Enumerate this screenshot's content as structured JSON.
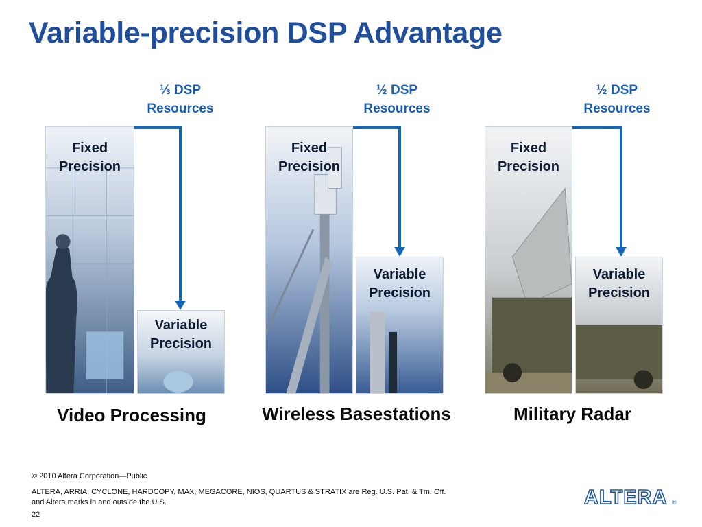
{
  "slide": {
    "title": "Variable-precision DSP Advantage"
  },
  "columns": [
    {
      "resource_line1": "⅓ DSP",
      "resource_line2": "Resources",
      "fixed_line1": "Fixed",
      "fixed_line2": "Precision",
      "variable_line1": "Variable",
      "variable_line2": "Precision",
      "caption": "Video Processing"
    },
    {
      "resource_line1": "½ DSP",
      "resource_line2": "Resources",
      "fixed_line1": "Fixed",
      "fixed_line2": "Precision",
      "variable_line1": "Variable",
      "variable_line2": "Precision",
      "caption": "Wireless Basestations"
    },
    {
      "resource_line1": "½ DSP",
      "resource_line2": "Resources",
      "fixed_line1": "Fixed",
      "fixed_line2": "Precision",
      "variable_line1": "Variable",
      "variable_line2": "Precision",
      "caption": "Military Radar"
    }
  ],
  "footer": {
    "copyright": "© 2010 Altera Corporation—Public",
    "trademark_line1": "ALTERA, ARRIA, CYCLONE, HARDCOPY, MAX, MEGACORE, NIOS, QUARTUS & STRATIX are Reg. U.S. Pat. & Tm. Off.",
    "trademark_line2": "and Altera marks in and outside the U.S.",
    "page_number": "22",
    "logo_text": "ALTERA"
  },
  "colors": {
    "title": "#1f4e9c",
    "arrow": "#1565b8",
    "logo": "#1f5aa8"
  }
}
